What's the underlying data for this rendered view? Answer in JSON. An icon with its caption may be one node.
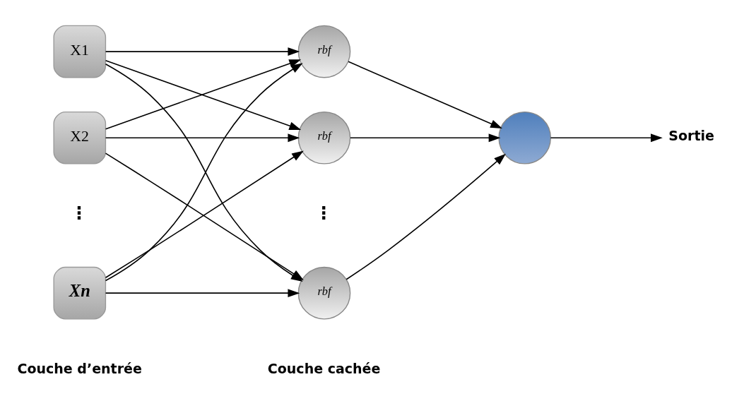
{
  "diagram": {
    "nodes": [
      {
        "text": [
          "X1"
        ]
      },
      {
        "text": [
          "X2"
        ]
      },
      {
        "text": [
          "Xn"
        ]
      },
      {
        "text": [
          "rbf"
        ]
      },
      {
        "text": [
          "rbf"
        ]
      },
      {
        "text": [
          "rbf"
        ]
      },
      {
        "text": [],
        "shape": "circle"
      },
      {
        "text": [
          "Sortie"
        ]
      }
    ],
    "edges": [
      {
        "from": 0,
        "to": 3,
        "arrow": "to"
      },
      {
        "from": 0,
        "to": 4,
        "arrow": "to"
      },
      {
        "from": 0,
        "to": 5,
        "arrow": "to"
      },
      {
        "from": 1,
        "to": 3,
        "arrow": "to"
      },
      {
        "from": 1,
        "to": 4,
        "arrow": "to"
      },
      {
        "from": 1,
        "to": 5,
        "arrow": "to"
      },
      {
        "from": 2,
        "to": 3,
        "arrow": "to"
      },
      {
        "from": 2,
        "to": 4,
        "arrow": "to"
      },
      {
        "from": 2,
        "to": 5,
        "arrow": "to"
      },
      {
        "from": 3,
        "to": 6,
        "arrow": "to"
      },
      {
        "from": 4,
        "to": 6,
        "arrow": "to"
      },
      {
        "from": 5,
        "to": 6,
        "arrow": "to"
      },
      {
        "from": 6,
        "to": 7,
        "arrow": "to"
      }
    ],
    "labels": [
      "⋮",
      "⋮",
      "Couche d’entrée",
      "Couche cachée"
    ]
  }
}
